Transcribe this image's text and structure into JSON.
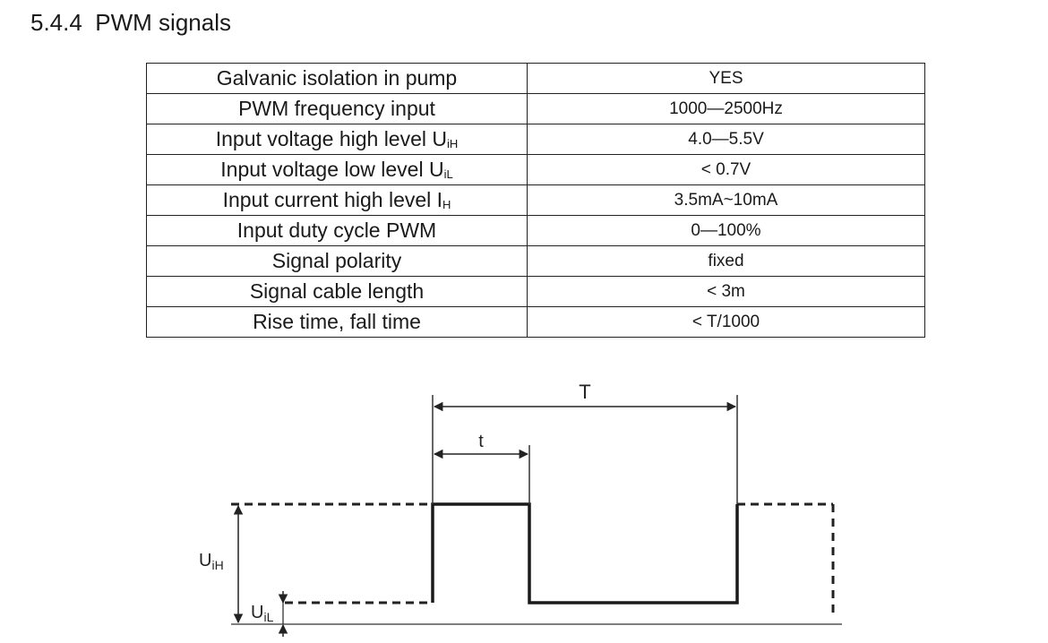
{
  "section": {
    "number": "5.4.4",
    "title": "PWM signals"
  },
  "spec_table": {
    "rows": [
      {
        "parameter": "Galvanic isolation in pump",
        "value": "YES"
      },
      {
        "parameter": "PWM frequency input",
        "value": "1000—2500Hz"
      },
      {
        "parameter": "Input voltage high level U",
        "parameter_sub": "iH",
        "value": "4.0—5.5V"
      },
      {
        "parameter": "Input voltage low level U",
        "parameter_sub": "iL",
        "value": "< 0.7V"
      },
      {
        "parameter": "Input current high level I",
        "parameter_sub": "H",
        "value": "3.5mA~10mA"
      },
      {
        "parameter": "Input duty cycle PWM",
        "value": "0—100%"
      },
      {
        "parameter": "Signal polarity",
        "value": "fixed"
      },
      {
        "parameter": "Signal cable length",
        "value": "< 3m"
      },
      {
        "parameter": "Rise time, fall time",
        "value": "< T/1000"
      }
    ]
  },
  "diagram": {
    "period_label": "T",
    "pulse_width_label": "t",
    "high_level_label": "U",
    "high_level_sub": "iH",
    "low_level_label": "U",
    "low_level_sub": "iL"
  }
}
